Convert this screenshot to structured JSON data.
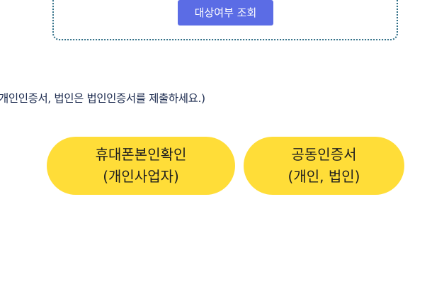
{
  "lookup": {
    "check_button_label": "대상여부 조회"
  },
  "notice": {
    "text": "개인인증서, 법인은 법인인증서를 제출하세요.)"
  },
  "auth_options": {
    "phone": {
      "line1": "휴대폰본인확인",
      "line2": "(개인사업자)"
    },
    "certificate": {
      "line1": "공동인증서",
      "line2": "(개인, 법인)"
    }
  },
  "colors": {
    "check_button_bg": "#5b6ce5",
    "auth_button_bg": "#ffdd38",
    "dotted_border": "#2f6e86",
    "notice_text": "#1b2a4e"
  }
}
